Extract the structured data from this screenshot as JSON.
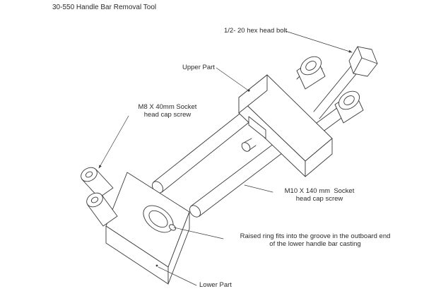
{
  "title": "30-550 Handle Bar Removal Tool",
  "labels": {
    "hex_bolt": "1/2- 20 hex head bolt",
    "upper_part": "Upper Part",
    "m8_screw_line1": "M8 X 40mm Socket",
    "m8_screw_line2": "head cap screw",
    "m10_screw_line1": "M10 X 140 mm  Socket",
    "m10_screw_line2": "head cap screw",
    "raised_ring_line1": "Raised ring fits into the groove in the outboard end",
    "raised_ring_line2": "of the lower handle bar casting",
    "lower_part": "Lower Part"
  },
  "colors": {
    "line": "#3a3a3a",
    "text": "#2a2a2a",
    "background": "#ffffff"
  }
}
